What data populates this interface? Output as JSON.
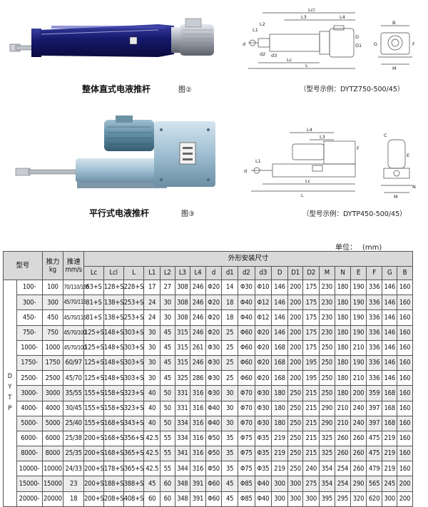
{
  "figures": [
    {
      "caption": "整体直式电液推杆",
      "figno": "图②",
      "example": "（型号示例：DYTZ750-500/45）"
    },
    {
      "caption": "平行式电液推杆",
      "figno": "图③",
      "example": "（型号示例：DYTP450-500/45）"
    }
  ],
  "drawing_labels": {
    "top": [
      "Lcl",
      "L3",
      "L4",
      "L2",
      "L1",
      "d",
      "d2",
      "d3",
      "Lc",
      "L",
      "D",
      "D1",
      "B",
      "F",
      "M",
      "G"
    ],
    "bottom": [
      "L4",
      "L3",
      "F",
      "Lc",
      "L",
      "L1",
      "d",
      "C",
      "E",
      "N",
      "M"
    ]
  },
  "unit": {
    "label": "单位：",
    "value": "(mm)"
  },
  "table": {
    "header_top": {
      "model": "型号",
      "thrust": "推力",
      "thrust_unit": "kg",
      "speed": "推速",
      "speed_unit": "mm/s",
      "dimensions": "外形安装尺寸"
    },
    "columns": [
      "Lc",
      "Lcl",
      "L",
      "L1",
      "L2",
      "L3",
      "L4",
      "d",
      "d1",
      "d2",
      "d3",
      "D",
      "D1",
      "D2",
      "M",
      "N",
      "E",
      "F",
      "G",
      "B"
    ],
    "series_label": [
      "D",
      "Y",
      "T",
      "P"
    ],
    "rows": [
      [
        "100-",
        "100",
        "70/110/185",
        "63+S",
        "128+S",
        "228+S",
        "17",
        "27",
        "308",
        "246",
        "Φ20",
        "14",
        "Φ30",
        "Φ10",
        "146",
        "200",
        "175",
        "230",
        "180",
        "190",
        "336",
        "146",
        "160"
      ],
      [
        "300-",
        "300",
        "45/70/115",
        "81+S",
        "138+S",
        "253+S",
        "24",
        "30",
        "308",
        "246",
        "Φ20",
        "18",
        "Φ40",
        "Φ12",
        "146",
        "200",
        "175",
        "230",
        "180",
        "190",
        "336",
        "146",
        "160"
      ],
      [
        "450-",
        "450",
        "45/70/115",
        "81+S",
        "138+S",
        "253+S",
        "24",
        "30",
        "308",
        "246",
        "Φ20",
        "18",
        "Φ40",
        "Φ12",
        "146",
        "200",
        "175",
        "230",
        "180",
        "190",
        "336",
        "146",
        "160"
      ],
      [
        "750-",
        "750",
        "45/70/100",
        "125+S",
        "148+S",
        "303+S",
        "30",
        "45",
        "315",
        "246",
        "Φ20",
        "25",
        "Φ60",
        "Φ20",
        "146",
        "200",
        "175",
        "230",
        "180",
        "190",
        "336",
        "146",
        "160"
      ],
      [
        "1000-",
        "1000",
        "45/70/100",
        "125+S",
        "148+S",
        "303+S",
        "30",
        "45",
        "315",
        "261",
        "Φ30",
        "25",
        "Φ60",
        "Φ20",
        "168",
        "200",
        "175",
        "250",
        "180",
        "210",
        "336",
        "146",
        "160"
      ],
      [
        "1750-",
        "1750",
        "60/97",
        "125+S",
        "148+S",
        "303+S",
        "30",
        "45",
        "315",
        "246",
        "Φ30",
        "25",
        "Φ60",
        "Φ20",
        "168",
        "200",
        "195",
        "250",
        "180",
        "190",
        "336",
        "146",
        "160"
      ],
      [
        "2500-",
        "2500",
        "45/70",
        "125+S",
        "148+S",
        "303+S",
        "30",
        "45",
        "325",
        "286",
        "Φ30",
        "25",
        "Φ60",
        "Φ20",
        "168",
        "200",
        "195",
        "250",
        "180",
        "210",
        "336",
        "146",
        "160"
      ],
      [
        "3000-",
        "3000",
        "35/55",
        "155+S",
        "158+S",
        "323+S",
        "40",
        "50",
        "331",
        "316",
        "Φ30",
        "30",
        "Φ70",
        "Φ30",
        "180",
        "250",
        "215",
        "250",
        "180",
        "200",
        "359",
        "168",
        "160"
      ],
      [
        "4000-",
        "4000",
        "30/45",
        "155+S",
        "158+S",
        "323+S",
        "40",
        "50",
        "331",
        "316",
        "Φ40",
        "30",
        "Φ70",
        "Φ30",
        "180",
        "250",
        "215",
        "290",
        "210",
        "240",
        "397",
        "168",
        "160"
      ],
      [
        "5000-",
        "5000",
        "25/40",
        "155+S",
        "168+S",
        "343+S",
        "40",
        "50",
        "334",
        "316",
        "Φ40",
        "30",
        "Φ70",
        "Φ30",
        "180",
        "250",
        "215",
        "290",
        "210",
        "240",
        "397",
        "168",
        "160"
      ],
      [
        "6000-",
        "6000",
        "25/38",
        "200+S",
        "168+S",
        "356+S",
        "42.5",
        "55",
        "334",
        "316",
        "Φ50",
        "35",
        "Φ75",
        "Φ35",
        "219",
        "250",
        "215",
        "325",
        "260",
        "260",
        "475",
        "219",
        "160"
      ],
      [
        "8000-",
        "8000",
        "25/35",
        "200+S",
        "168+S",
        "365+S",
        "42.5",
        "55",
        "341",
        "316",
        "Φ50",
        "35",
        "Φ75",
        "Φ35",
        "219",
        "250",
        "215",
        "325",
        "260",
        "260",
        "475",
        "219",
        "160"
      ],
      [
        "10000-",
        "10000",
        "24/33",
        "200+S",
        "178+S",
        "365+S",
        "42.5",
        "55",
        "344",
        "316",
        "Φ50",
        "35",
        "Φ75",
        "Φ35",
        "219",
        "250",
        "240",
        "354",
        "254",
        "260",
        "479",
        "219",
        "160"
      ],
      [
        "15000-",
        "15000",
        "23",
        "200+S",
        "188+S",
        "388+S",
        "45",
        "60",
        "348",
        "391",
        "Φ60",
        "45",
        "Φ85",
        "Φ40",
        "300",
        "300",
        "275",
        "354",
        "254",
        "290",
        "565",
        "245",
        "200"
      ],
      [
        "20000-",
        "20000",
        "18",
        "200+S",
        "208+S",
        "408+S",
        "60",
        "60",
        "348",
        "391",
        "Φ60",
        "45",
        "Φ85",
        "Φ40",
        "300",
        "300",
        "300",
        "395",
        "295",
        "320",
        "620",
        "300",
        "200"
      ]
    ]
  }
}
